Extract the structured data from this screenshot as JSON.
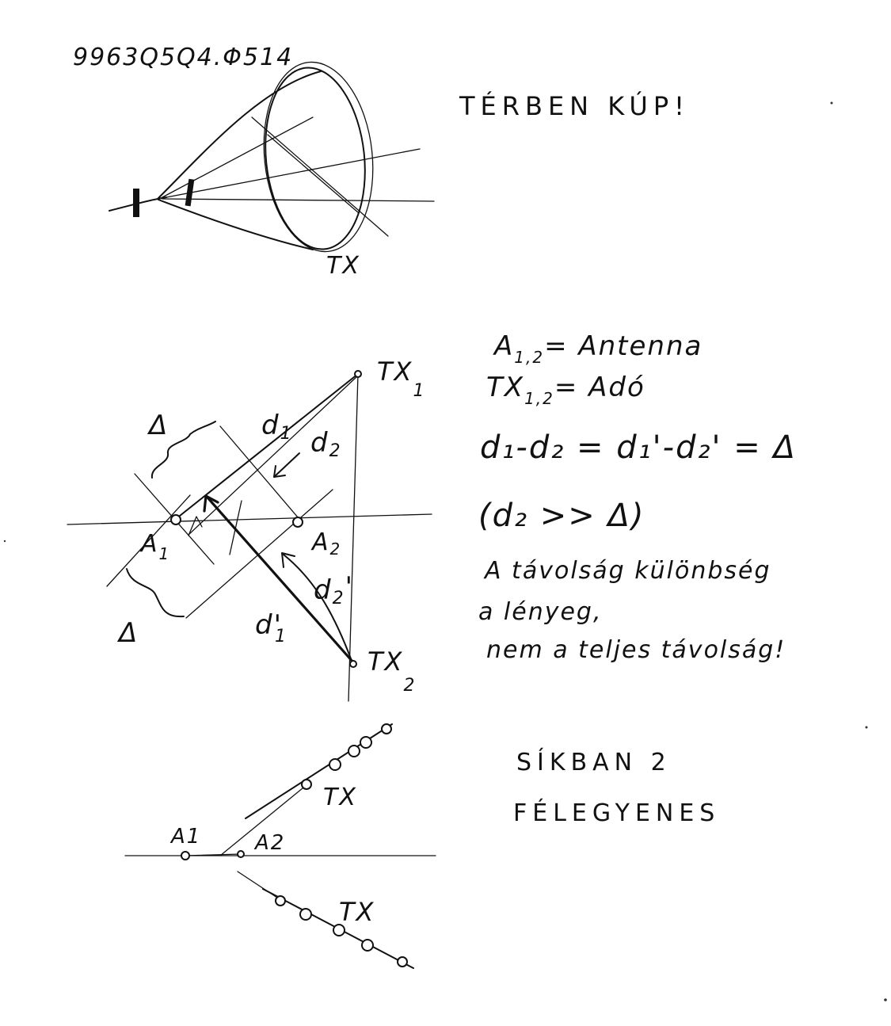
{
  "header_code": "9963Q5Q4.Φ514",
  "section1": {
    "note": "TÉRBEN KÚP!",
    "tx_label": "TX"
  },
  "section2": {
    "delta_top": "Δ",
    "delta_bottom": "Δ",
    "d1": "d",
    "d1_sub": "1",
    "d2": "d",
    "d2_sub": "2",
    "d1p": "d",
    "d1p_sub": "1",
    "d2p": "d",
    "d2p_sub": "2",
    "prime": "'",
    "a1": "A",
    "a1_sub": "1",
    "a2": "A",
    "a2_sub": "2",
    "tx1": "TX",
    "tx1_sub": "1",
    "tx2": "TX",
    "tx2_sub": "2",
    "legend_line1_main": "A",
    "legend_line1_sub": "1,2",
    "legend_line1_rest": "= Antenna",
    "legend_line2_main": "TX",
    "legend_line2_sub": "1,2",
    "legend_line2_rest": "= Adó",
    "equation": "d₁-d₂ = d₁'-d₂' = Δ",
    "condition": "(d₂ >> Δ)",
    "note_line1": "A távolság különbség",
    "note_line2": "a lényeg,",
    "note_line3": "nem a teljes távolság!"
  },
  "section3": {
    "a1": "A1",
    "a2": "A2",
    "tx_top": "TX",
    "tx_bottom": "TX",
    "note_line1": "SÍKBAN 2",
    "note_line2": "FÉLEGYENES"
  }
}
